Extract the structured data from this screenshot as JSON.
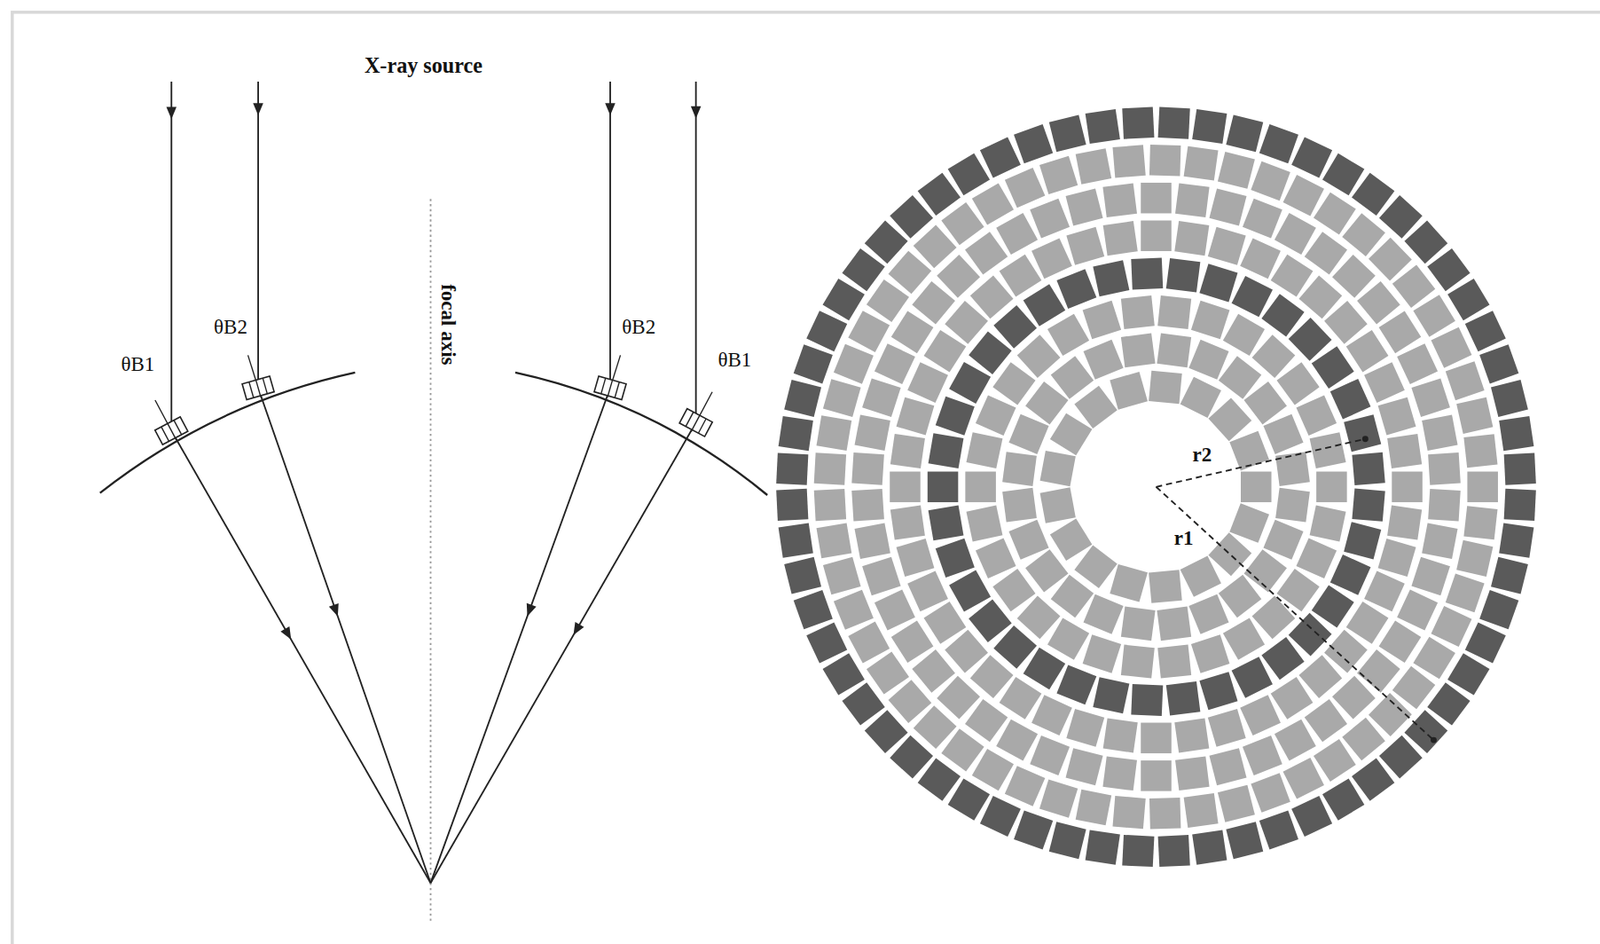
{
  "diagram": {
    "labels": [
      "X-ray source",
      "focal axis",
      "θB1",
      "θB2",
      "θB2",
      "θB1",
      "r2",
      "r1"
    ]
  }
}
